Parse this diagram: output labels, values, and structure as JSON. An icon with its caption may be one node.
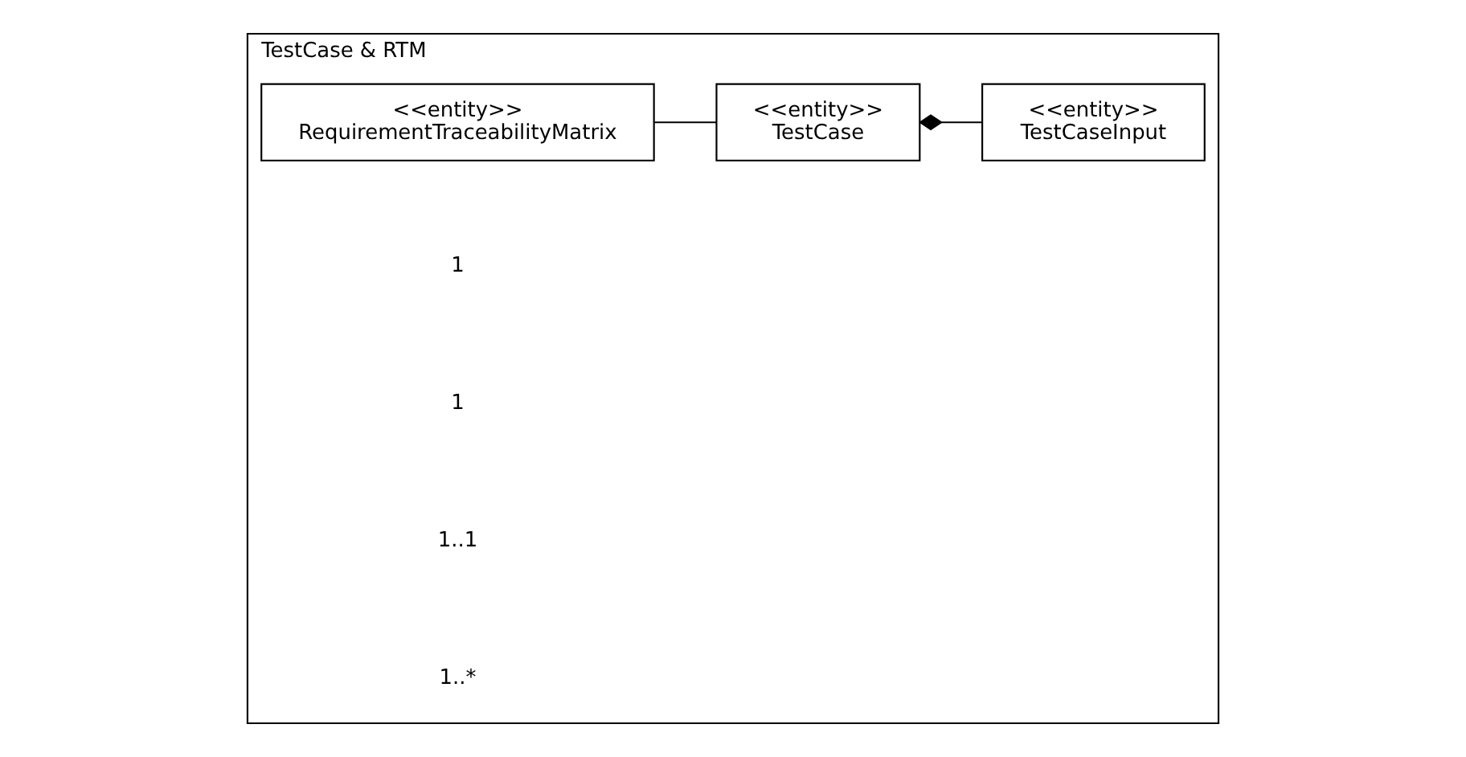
{
  "diagram": {
    "nodes": [
      {
        "text": [
          "TestCase & RTM"
        ]
      },
      {
        "text": [
          "<<entity>>",
          "RequirementTraceabilityMatrix"
        ],
        "in": 0
      },
      {
        "text": [
          "<<entity>>",
          "TestCase"
        ],
        "in": 0
      },
      {
        "text": [
          "<<entity>>",
          "TestCaseInput"
        ],
        "in": 0
      }
    ],
    "edges": [
      {
        "from": 1,
        "to": 2,
        "arrow": "none"
      },
      {
        "from": 2,
        "to": 3,
        "arrow": "other"
      }
    ],
    "labels": [
      "1",
      "1",
      "1..1",
      "1..*"
    ]
  }
}
